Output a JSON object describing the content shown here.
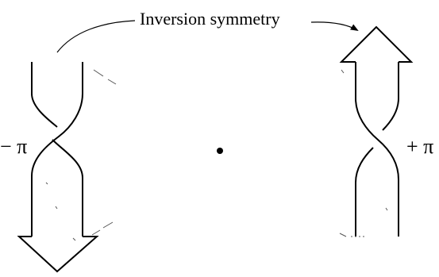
{
  "title": "Inversion symmetry",
  "left_label": "− π",
  "right_label": "+ π"
}
